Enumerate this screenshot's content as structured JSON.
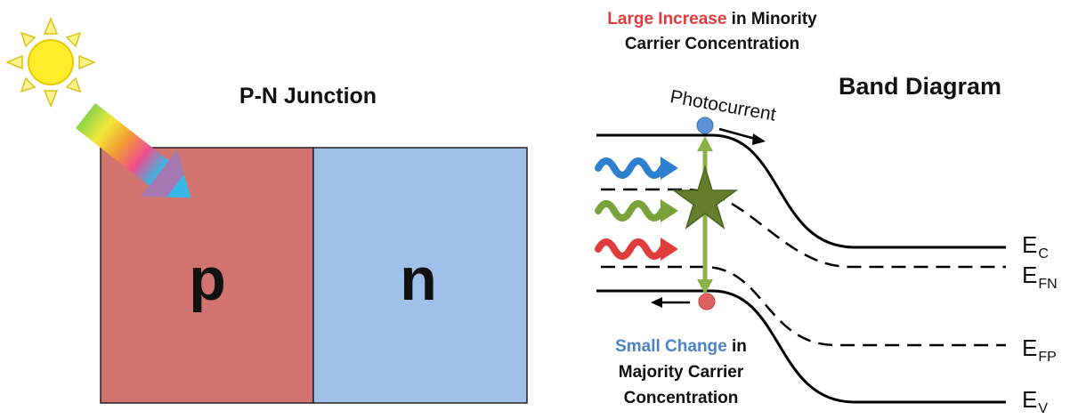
{
  "junction": {
    "title": "P-N Junction",
    "p_label": "p",
    "n_label": "n"
  },
  "band": {
    "title": "Band Diagram",
    "photocurrent": "Photocurrent",
    "minority": {
      "highlight": "Large Increase",
      "rest_line1": " in Minority",
      "line2": "Carrier Concentration"
    },
    "majority": {
      "highlight": "Small Change",
      "rest_line1": " in",
      "line2": "Majority Carrier",
      "line3": "Concentration"
    },
    "levels": {
      "ec": {
        "main": "E",
        "sub": "C"
      },
      "efn": {
        "main": "E",
        "sub": "FN"
      },
      "efp": {
        "main": "E",
        "sub": "FP"
      },
      "ev": {
        "main": "E",
        "sub": "V"
      }
    }
  },
  "colors": {
    "p_region": "#d1736e",
    "n_region": "#9fc1e9",
    "highlight_red": "#e23b3b",
    "highlight_blue": "#4b82c8",
    "wave_blue": "#2f7fd0",
    "wave_green": "#77a33a",
    "wave_red": "#e03c3c",
    "star": "#667f2e",
    "electron": "#5b93d6",
    "hole": "#e06060",
    "sun": "#ffed2b"
  },
  "icons": [
    "sun-icon",
    "light-beam-arrow",
    "photon-wave",
    "excitation-star"
  ]
}
